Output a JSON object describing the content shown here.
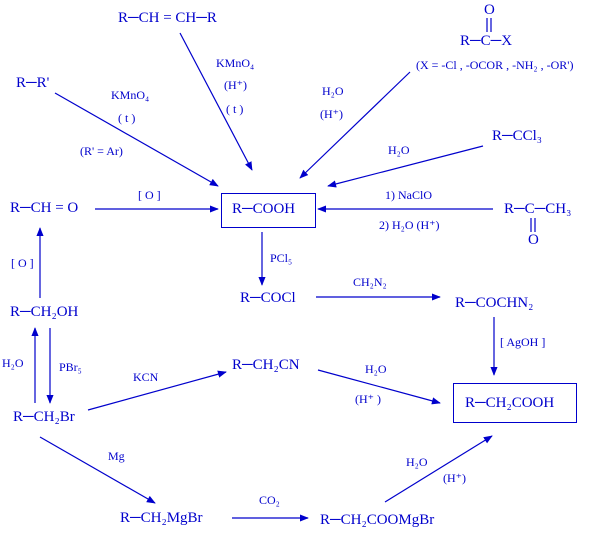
{
  "compounds": {
    "alkene": "R─CH = CH─R",
    "acyl_r": "R─C─X",
    "acyl_o": "O",
    "acyl_x_note": "(X = -Cl , -OCOR , -NH₂ , -OR')",
    "rr": "R─R'",
    "rr_note": "(R' = Ar)",
    "rccl3": "R─CCl₃",
    "aldehyde": "R─CH = O",
    "acid": "R─COOH",
    "ketone": "R─C─CH₃",
    "ketone_o": "O",
    "alcohol": "R─CH₂OH",
    "acid_chloride": "R─COCl",
    "diazoketone": "R─COCHN₂",
    "nitrile": "R─CH₂CN",
    "bromide": "R─CH₂Br",
    "homologated_acid": "R─CH₂COOH",
    "grignard": "R─CH₂MgBr",
    "carboxylate_salt": "R─CH₂COOMgBr"
  },
  "reagents": {
    "kmno4_a": "KMnO₄",
    "h_plus_a": "(H⁺)",
    "t_a": "( t )",
    "kmno4_b": "KMnO₄",
    "t_b": "( t )",
    "h2o_a": "H₂O",
    "h_plus_b": "(H⁺)",
    "h2o_b": "H₂O",
    "ox": "[ O ]",
    "naclo": "1)  NaClO",
    "h2o_h": "2)  H₂O (H⁺)",
    "ox2": "[ O ]",
    "pcl5": "PCl₅",
    "ch2n2": "CH₂N₂",
    "agoh": "[ AgOH ]",
    "h2o_c": "H₂O",
    "pbr5": "PBr₅",
    "kcn": "KCN",
    "h2o_d": "H₂O",
    "h_plus_d": "(H⁺ )",
    "mg": "Mg",
    "co2": "CO₂",
    "h2o_e": "H₂O",
    "h_plus_e": "(H⁺)"
  },
  "color": "#0000cc"
}
